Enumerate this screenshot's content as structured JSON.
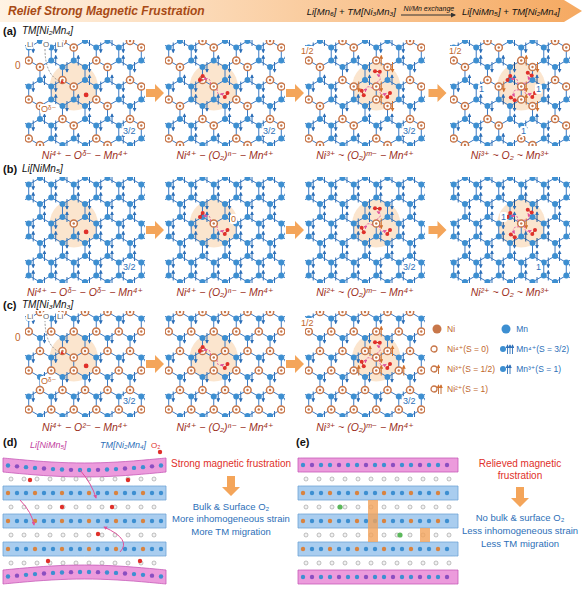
{
  "diagram": {
    "nodes": [
      {
        "text": [
          "Relief Strong Magnetic Frustration",
          "Li[Mn₆] + TM[Ni₃Mn₃]",
          "Ni/Mn exchange",
          "Li[NiMn₅] + TM[Ni₂Mn₄]"
        ]
      }
    ],
    "labels": [
      "(a)",
      "TM[Ni₂Mn₄]",
      "0",
      "Li",
      "O",
      "Li",
      "Oᵟ⁻",
      "3/2",
      "3/2",
      "1/2",
      "3/2",
      "1/2",
      "1",
      "1",
      "1",
      "Ni⁴⁺ − Oᵟ⁻ − Mn⁴⁺",
      "Ni⁴⁺ − (O₂)ⁿ⁻ − Mn⁴⁺",
      "Ni³⁺ ~ (O₂)ᵐ⁻ − Mn⁴⁺",
      "Ni³⁺ ~ O₂ ~ Mn³⁺",
      "(b)",
      "Li[NiMn₅]",
      "3/2",
      "0",
      "3/2",
      "1",
      "1",
      "Ni⁴⁺ − Oᵟ⁻ − Oᵟ⁻ − Mn⁴⁺",
      "Ni⁴⁺ − (O₂)ⁿ⁻ − Mn⁴⁺",
      "Ni²⁺ ~ (O₂)ᵐ⁻ − Mn⁴⁺",
      "Ni²⁺ ~ O₂ ~ Mn³⁺",
      "(c)",
      "TM[Ni₃Mn₃]",
      "0",
      "Li",
      "O",
      "Li",
      "Oᵟ⁻",
      "3/2",
      "1/2",
      "3/2",
      "Ni⁴⁺ − O²⁻ − Mn⁴⁺",
      "Ni⁴⁺ − (O₂)ⁿ⁻ − Mn⁴⁺",
      "Ni³⁺ ~ (O₂)ᵐ⁻ − Mn⁴⁺",
      "(d)",
      "Li[NiMn₅]",
      "TM[Ni₂Mn₄]",
      "O₂",
      "Strong magnetic frustration",
      "Bulk & Surface O₂",
      "More inhomogeneous strain",
      "More TM migration",
      "(e)",
      "Relieved magnetic frustration",
      "No bulk & surface O₂",
      "Less inhomogeneous strain",
      "Less TM migration"
    ],
    "legend": [
      {
        "text": "Ni",
        "color": "#c8774a"
      },
      {
        "text": "Mn",
        "color": "#3d8fd1"
      },
      {
        "text": "Ni⁴⁺(S = 0)"
      },
      {
        "text": "Mn⁴⁺(S = 3/2)"
      },
      {
        "text": "Ni³⁺(S = 1/2)"
      },
      {
        "text": "Mn³⁺(S = 1)"
      },
      {
        "text": "Ni²⁺(S = 1)"
      }
    ]
  }
}
